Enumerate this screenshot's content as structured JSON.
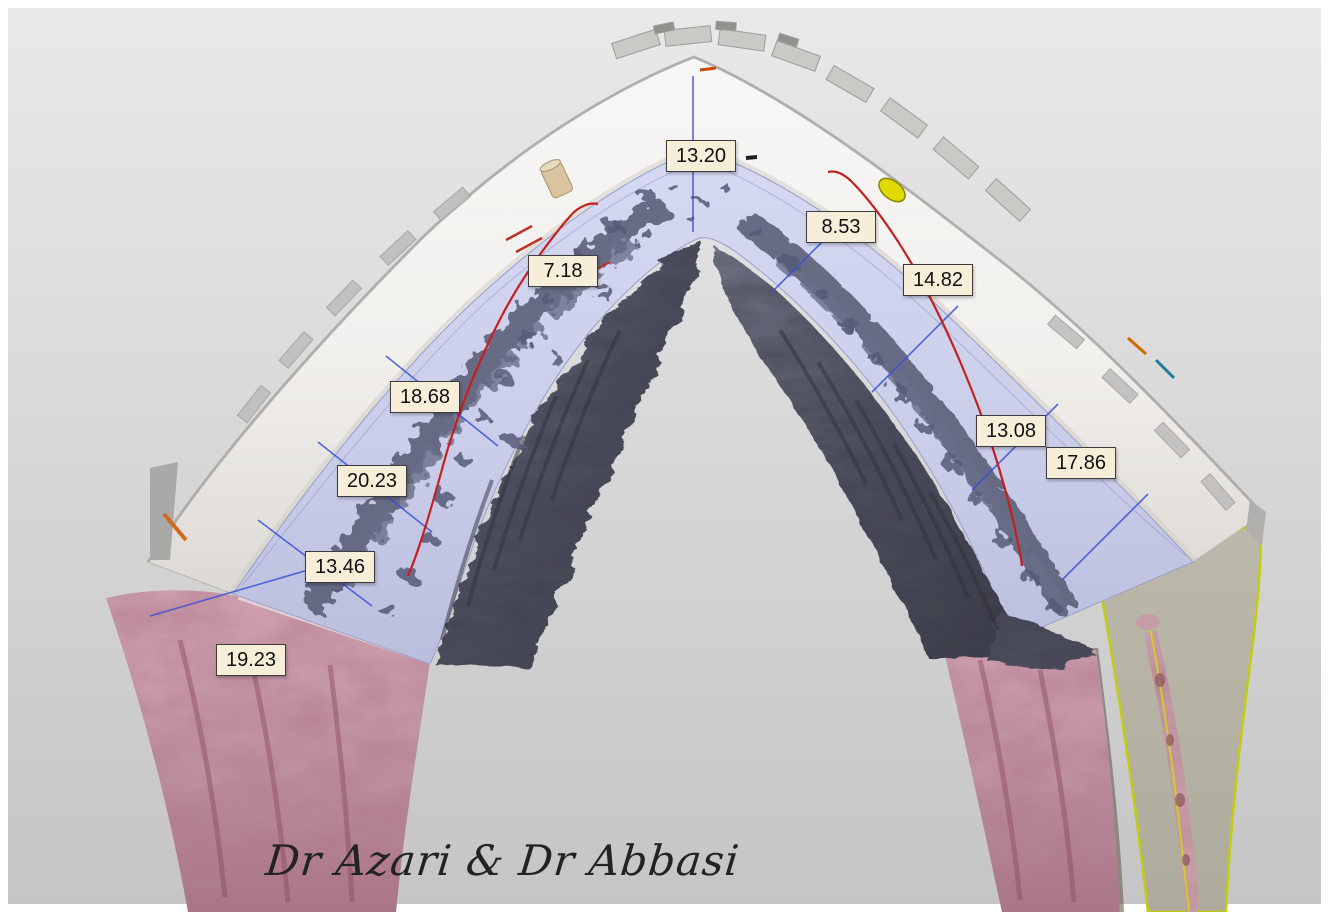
{
  "measurements": {
    "items": [
      {
        "value": "13.20"
      },
      {
        "value": "8.53"
      },
      {
        "value": "7.18"
      },
      {
        "value": "14.82"
      },
      {
        "value": "18.68"
      },
      {
        "value": "13.08"
      },
      {
        "value": "17.86"
      },
      {
        "value": "20.23"
      },
      {
        "value": "13.46"
      },
      {
        "value": "19.23"
      }
    ]
  },
  "watermark": {
    "text": "Dr Azari & Dr Abbasi"
  },
  "colors": {
    "background_top": "#e9e9e9",
    "background_bottom": "#c5c5c5",
    "cortical_bone": "#f5f3f0",
    "cross_section_lavender": "#c9cde9",
    "trabecular_dark": "#4b4e5c",
    "ramus_pink": "#c093a3",
    "nerve_red": "#c42020",
    "section_line_blue": "#3a4fd8",
    "marker_yellow": "#e0da00",
    "label_background": "#f6eed8",
    "label_border": "#3c3c3c"
  }
}
